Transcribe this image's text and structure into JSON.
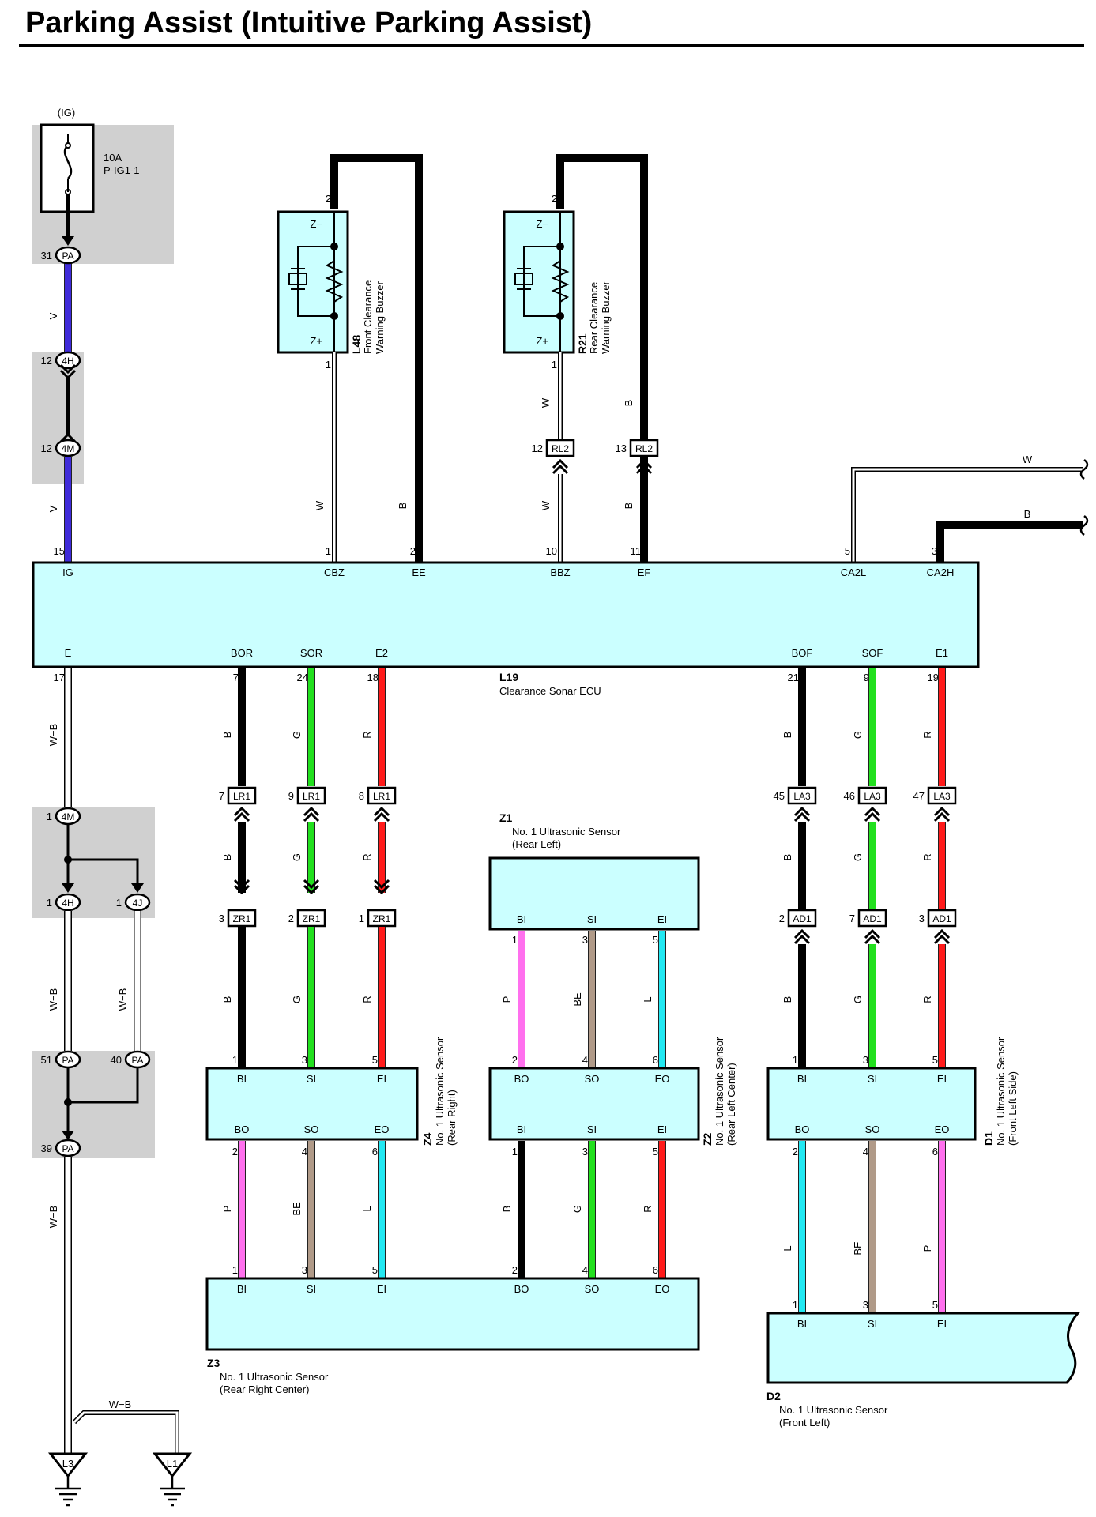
{
  "title": "Parking Assist (Intuitive Parking Assist)",
  "colors": {
    "V": "#3f2bd9",
    "B": "#000000",
    "W": "#ffffff",
    "G": "#22e01e",
    "R": "#ff1a1a",
    "P": "#ff70ee",
    "BE": "#b09a88",
    "L": "#22e8f2",
    "W-B": "#ffffff",
    "box_fill": "#cbffff",
    "shade": "#d0d0d0"
  },
  "power": {
    "source": "(IG)",
    "fuse_amp": "10A",
    "fuse_name": "P-IG1-1"
  },
  "ecu": {
    "code": "L19",
    "name": "Clearance Sonar ECU",
    "top_pins": [
      {
        "num": "15",
        "name": "IG"
      },
      {
        "num": "1",
        "name": "CBZ"
      },
      {
        "num": "2",
        "name": "EE"
      },
      {
        "num": "10",
        "name": "BBZ"
      },
      {
        "num": "11",
        "name": "EF"
      },
      {
        "num": "5",
        "name": "CA2L"
      },
      {
        "num": "3",
        "name": "CA2H"
      }
    ],
    "bottom_pins": [
      {
        "num": "17",
        "name": "E"
      },
      {
        "num": "7",
        "name": "BOR"
      },
      {
        "num": "24",
        "name": "SOR"
      },
      {
        "num": "18",
        "name": "E2"
      },
      {
        "num": "21",
        "name": "BOF"
      },
      {
        "num": "9",
        "name": "SOF"
      },
      {
        "num": "19",
        "name": "E1"
      }
    ]
  },
  "buzzers": [
    {
      "code": "L48",
      "name_line1": "Front Clearance",
      "name_line2": "Warning Buzzer",
      "pin_top": "2",
      "pin_bottom": "1",
      "z_minus": "Z−",
      "z_plus": "Z+"
    },
    {
      "code": "R21",
      "name_line1": "Rear Clearance",
      "name_line2": "Warning Buzzer",
      "pin_top": "2",
      "pin_bottom": "1",
      "z_minus": "Z−",
      "z_plus": "Z+"
    }
  ],
  "connectors": {
    "PA31": {
      "pin": "31",
      "name": "PA"
    },
    "4H12": {
      "pin": "12",
      "name": "4H"
    },
    "4M12": {
      "pin": "12",
      "name": "4M"
    },
    "4M1": {
      "pin": "1",
      "name": "4M"
    },
    "4H1": {
      "pin": "1",
      "name": "4H"
    },
    "4J1": {
      "pin": "1",
      "name": "4J"
    },
    "PA51": {
      "pin": "51",
      "name": "PA"
    },
    "PA40": {
      "pin": "40",
      "name": "PA"
    },
    "PA39": {
      "pin": "39",
      "name": "PA"
    },
    "RL2_12": {
      "pin": "12",
      "name": "RL2"
    },
    "RL2_13": {
      "pin": "13",
      "name": "RL2"
    },
    "LR1_7": {
      "pin": "7",
      "name": "LR1"
    },
    "LR1_9": {
      "pin": "9",
      "name": "LR1"
    },
    "LR1_8": {
      "pin": "8",
      "name": "LR1"
    },
    "ZR1_3": {
      "pin": "3",
      "name": "ZR1"
    },
    "ZR1_2": {
      "pin": "2",
      "name": "ZR1"
    },
    "ZR1_1": {
      "pin": "1",
      "name": "ZR1"
    },
    "LA3_45": {
      "pin": "45",
      "name": "LA3"
    },
    "LA3_46": {
      "pin": "46",
      "name": "LA3"
    },
    "LA3_47": {
      "pin": "47",
      "name": "LA3"
    },
    "AD1_2": {
      "pin": "2",
      "name": "AD1"
    },
    "AD1_7": {
      "pin": "7",
      "name": "AD1"
    },
    "AD1_3": {
      "pin": "3",
      "name": "AD1"
    }
  },
  "wire_labels": {
    "V": "V",
    "B": "B",
    "W": "W",
    "G": "G",
    "R": "R",
    "P": "P",
    "BE": "BE",
    "L": "L",
    "WB": "W−B"
  },
  "sensors": {
    "Z1": {
      "code": "Z1",
      "name": "No. 1 Ultrasonic Sensor",
      "pos": "(Rear Left)",
      "pins": [
        "BI",
        "SI",
        "EI"
      ],
      "nums": [
        "1",
        "3",
        "5"
      ]
    },
    "Z4": {
      "code": "Z4",
      "name": "No. 1 Ultrasonic Sensor",
      "pos": "(Rear Right)",
      "top": [
        "BI",
        "SI",
        "EI"
      ],
      "bottom": [
        "BO",
        "SO",
        "EO"
      ],
      "top_nums": [
        "1",
        "3",
        "5"
      ],
      "bottom_nums": [
        "2",
        "4",
        "6"
      ]
    },
    "Z2": {
      "code": "Z2",
      "name": "No. 1 Ultrasonic Sensor",
      "pos": "(Rear Left Center)",
      "top": [
        "BO",
        "SO",
        "EO"
      ],
      "bottom": [
        "BI",
        "SI",
        "EI"
      ],
      "top_nums": [
        "2",
        "4",
        "6"
      ],
      "bottom_nums": [
        "1",
        "3",
        "5"
      ]
    },
    "D1": {
      "code": "D1",
      "name": "No. 1 Ultrasonic Sensor",
      "pos": "(Front Left Side)",
      "top": [
        "BI",
        "SI",
        "EI"
      ],
      "bottom": [
        "BO",
        "SO",
        "EO"
      ],
      "top_nums": [
        "1",
        "3",
        "5"
      ],
      "bottom_nums": [
        "2",
        "4",
        "6"
      ]
    },
    "Z3": {
      "code": "Z3",
      "name": "No. 1 Ultrasonic Sensor",
      "pos": "(Rear Right Center)",
      "pins": [
        "BI",
        "SI",
        "EI",
        "BO",
        "SO",
        "EO"
      ],
      "nums": [
        "1",
        "3",
        "5",
        "2",
        "4",
        "6"
      ]
    },
    "D2": {
      "code": "D2",
      "name": "No. 1 Ultrasonic Sensor",
      "pos": "(Front Left)",
      "pins": [
        "BI",
        "SI",
        "EI"
      ],
      "nums": [
        "1",
        "3",
        "5"
      ]
    }
  },
  "grounds": [
    {
      "name": "L3"
    },
    {
      "name": "L1"
    }
  ]
}
